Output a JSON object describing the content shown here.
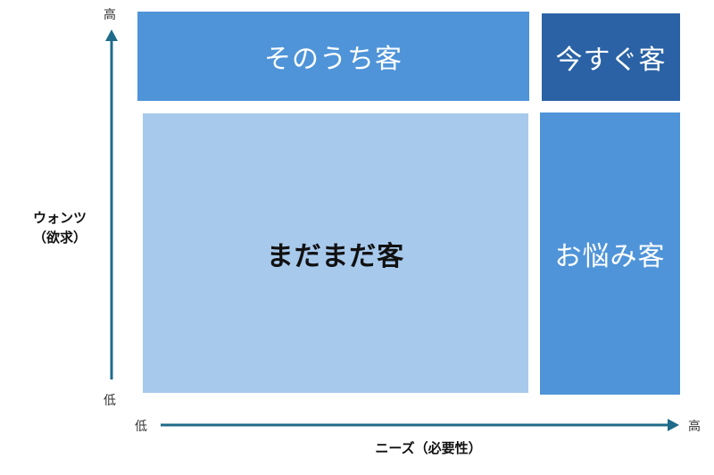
{
  "quadrants": {
    "top_left": "そのうち客",
    "top_right": "今すぐ客",
    "bottom_left": "まだまだ客",
    "bottom_right": "お悩み客"
  },
  "y_axis": {
    "title_line1": "ウォンツ",
    "title_line2": "（欲求）",
    "high": "高",
    "low": "低"
  },
  "x_axis": {
    "title": "ニーズ（必要性）",
    "high": "高",
    "low": "低"
  },
  "colors": {
    "medium_blue": "#4f94d9",
    "dark_blue": "#2a62a5",
    "light_blue": "#a7c9ec",
    "axis": "#1f6b8a"
  }
}
